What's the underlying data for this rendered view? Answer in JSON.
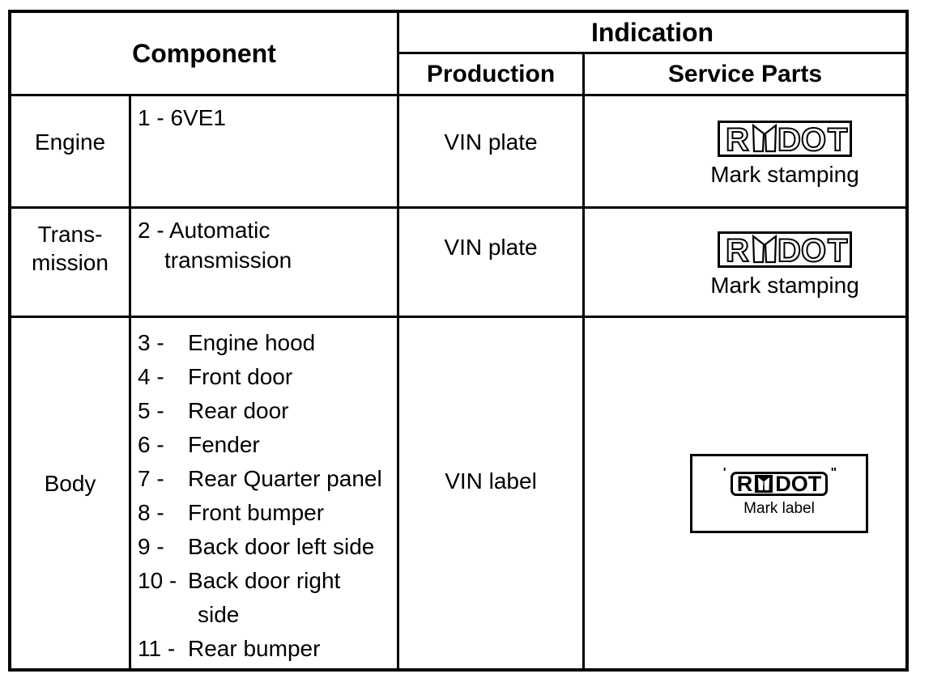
{
  "colors": {
    "border": "#000000",
    "background": "#ffffff",
    "text": "#000000"
  },
  "headers": {
    "component": "Component",
    "indication": "Indication",
    "production": "Production",
    "service_parts": "Service Parts"
  },
  "marks": {
    "stamp_letters": {
      "l1": "R",
      "m_glyph": "M",
      "l3": "D",
      "l4": "O",
      "l5": "T"
    },
    "label_letters": {
      "left": "R",
      "m_glyph": "M",
      "right": "DOT"
    },
    "label_tick_left": "'",
    "label_tick_right": "\""
  },
  "rows": [
    {
      "component_lines": [
        "Engine"
      ],
      "detail_lines": [
        "1 - 6VE1"
      ],
      "production": "VIN plate",
      "service_caption": "Mark stamping"
    },
    {
      "component_lines": [
        "Trans-",
        "mission"
      ],
      "detail_lines": [
        "2 - Automatic",
        "transmission"
      ],
      "production": "VIN plate",
      "service_caption": "Mark stamping"
    },
    {
      "component_lines": [
        "Body"
      ],
      "items": [
        {
          "num": "3 -",
          "lines": [
            "Engine hood"
          ]
        },
        {
          "num": "4 -",
          "lines": [
            "Front door"
          ]
        },
        {
          "num": "5 -",
          "lines": [
            "Rear door"
          ]
        },
        {
          "num": "6 -",
          "lines": [
            "Fender"
          ]
        },
        {
          "num": "7 -",
          "lines": [
            "Rear Quarter panel"
          ]
        },
        {
          "num": "8 -",
          "lines": [
            "Front bumper"
          ]
        },
        {
          "num": "9 -",
          "lines": [
            "Back door left side"
          ]
        },
        {
          "num": "10 -",
          "lines": [
            "Back door right",
            "side"
          ]
        },
        {
          "num": "11 -",
          "lines": [
            "Rear bumper"
          ]
        }
      ],
      "production": "VIN label",
      "service_caption": "Mark label"
    }
  ]
}
